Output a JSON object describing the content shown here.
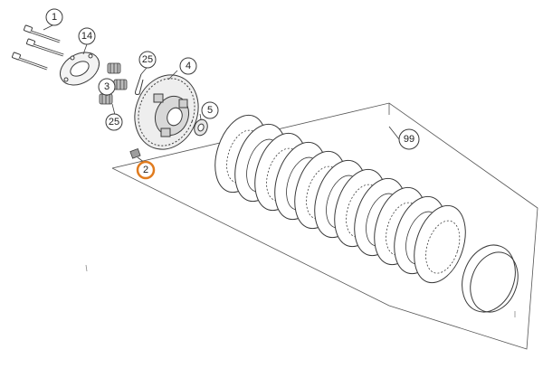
{
  "diagram": {
    "callouts": [
      {
        "id": "part-1",
        "label": "1"
      },
      {
        "id": "part-14",
        "label": "14"
      },
      {
        "id": "part-25-top",
        "label": "25"
      },
      {
        "id": "part-4",
        "label": "4"
      },
      {
        "id": "part-3",
        "label": "3"
      },
      {
        "id": "part-25-bottom",
        "label": "25"
      },
      {
        "id": "part-5",
        "label": "5"
      },
      {
        "id": "part-99",
        "label": "99"
      },
      {
        "id": "part-2",
        "label": "2",
        "highlighted": true
      }
    ],
    "colors": {
      "line": "#3a3a3a",
      "highlight": "#e07b1e",
      "background": "#ffffff"
    }
  }
}
